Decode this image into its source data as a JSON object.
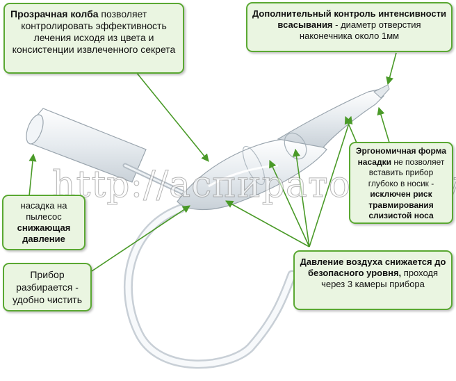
{
  "callouts": {
    "flask": {
      "bold": "Прозрачная колба",
      "text1": " позволяет",
      "text2": "контролировать эффективность лечения исходя из цвета и консистенции извлеченного секрета"
    },
    "suction": {
      "bold": "Дополнительный контроль интенсивности всасывания",
      "text": " - диаметр отверстия наконечника  около 1мм"
    },
    "ergonomic": {
      "bold1": "Эргономичная форма насадки",
      "text1": " не позволяет вставить прибор глубоко в носик - ",
      "bold2": "исключен риск травмирования слизистой носа"
    },
    "nozzle": {
      "text": "насадка на пылесос ",
      "bold": "снижающая давление"
    },
    "device": {
      "text": "Прибор разбирается - удобно чистить"
    },
    "pressure": {
      "bold": "Давление воздуха снижается до безопасного уровня,",
      "text": " проходя через 3 камеры прибора"
    }
  },
  "watermark": "http://аспираторы.ру",
  "colors": {
    "border": "#5aa832",
    "fill": "#eaf5e1",
    "arrow": "#4a9a28"
  }
}
